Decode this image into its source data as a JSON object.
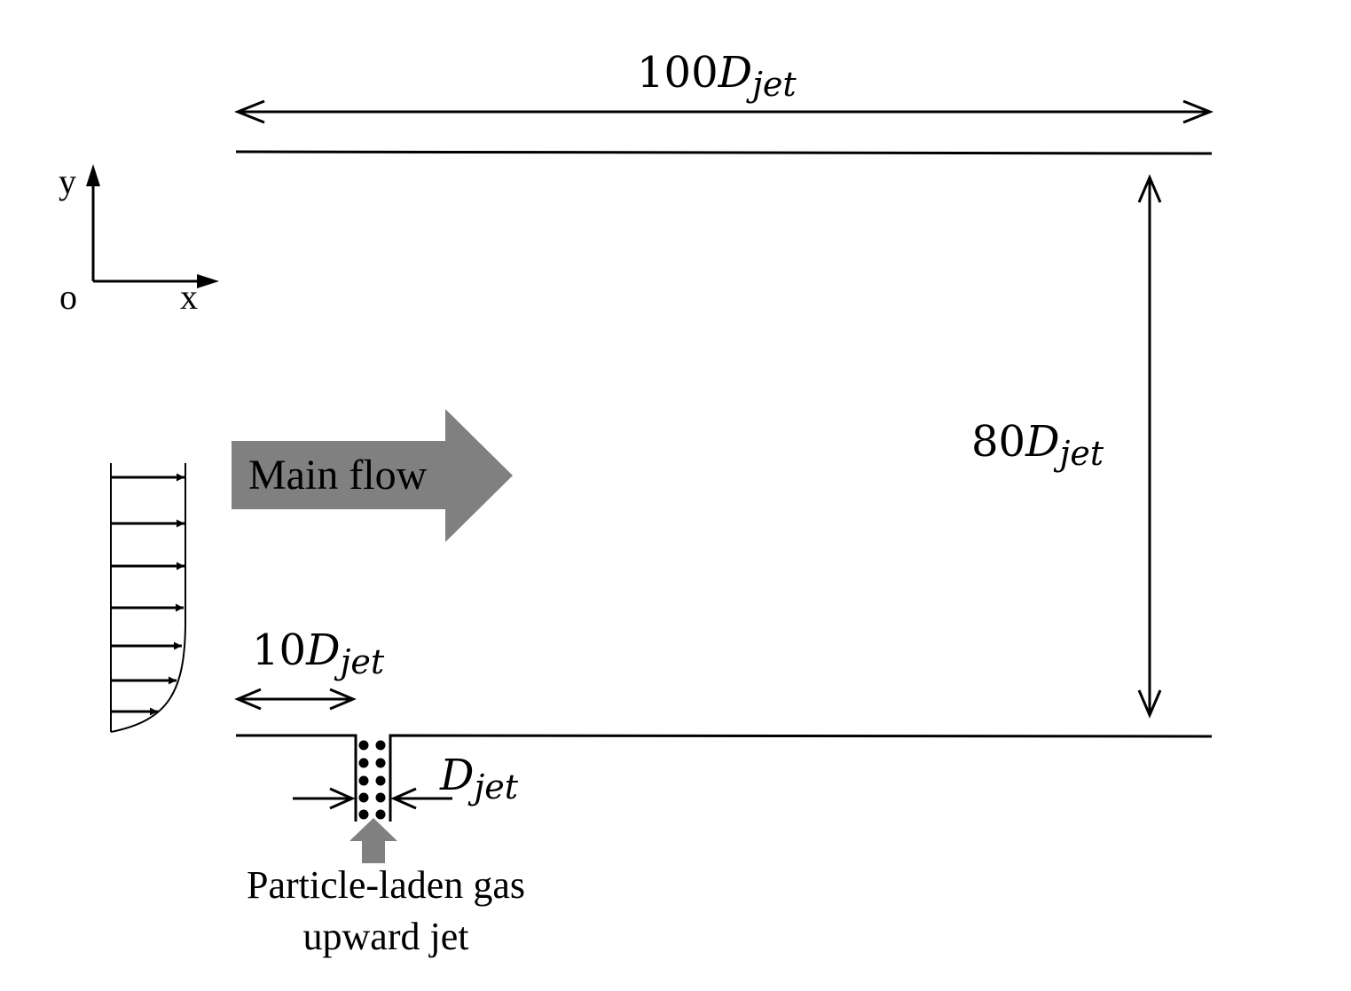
{
  "axes": {
    "y_label": "y",
    "x_label": "x",
    "origin_label": "o"
  },
  "dimensions": {
    "length": {
      "coefficient": "100",
      "symbol": "D",
      "subscript": "jet"
    },
    "height": {
      "coefficient": "80",
      "symbol": "D",
      "subscript": "jet"
    },
    "offset": {
      "coefficient": "10",
      "symbol": "D",
      "subscript": "jet"
    },
    "jet_width": {
      "coefficient": "",
      "symbol": "D",
      "subscript": "jet"
    }
  },
  "main_flow": {
    "label": "Main flow"
  },
  "jet": {
    "label_line1": "Particle-laden gas",
    "label_line2": "upward jet"
  },
  "colors": {
    "ink": "#000000",
    "arrow_fill": "#808080",
    "background": "#ffffff"
  }
}
